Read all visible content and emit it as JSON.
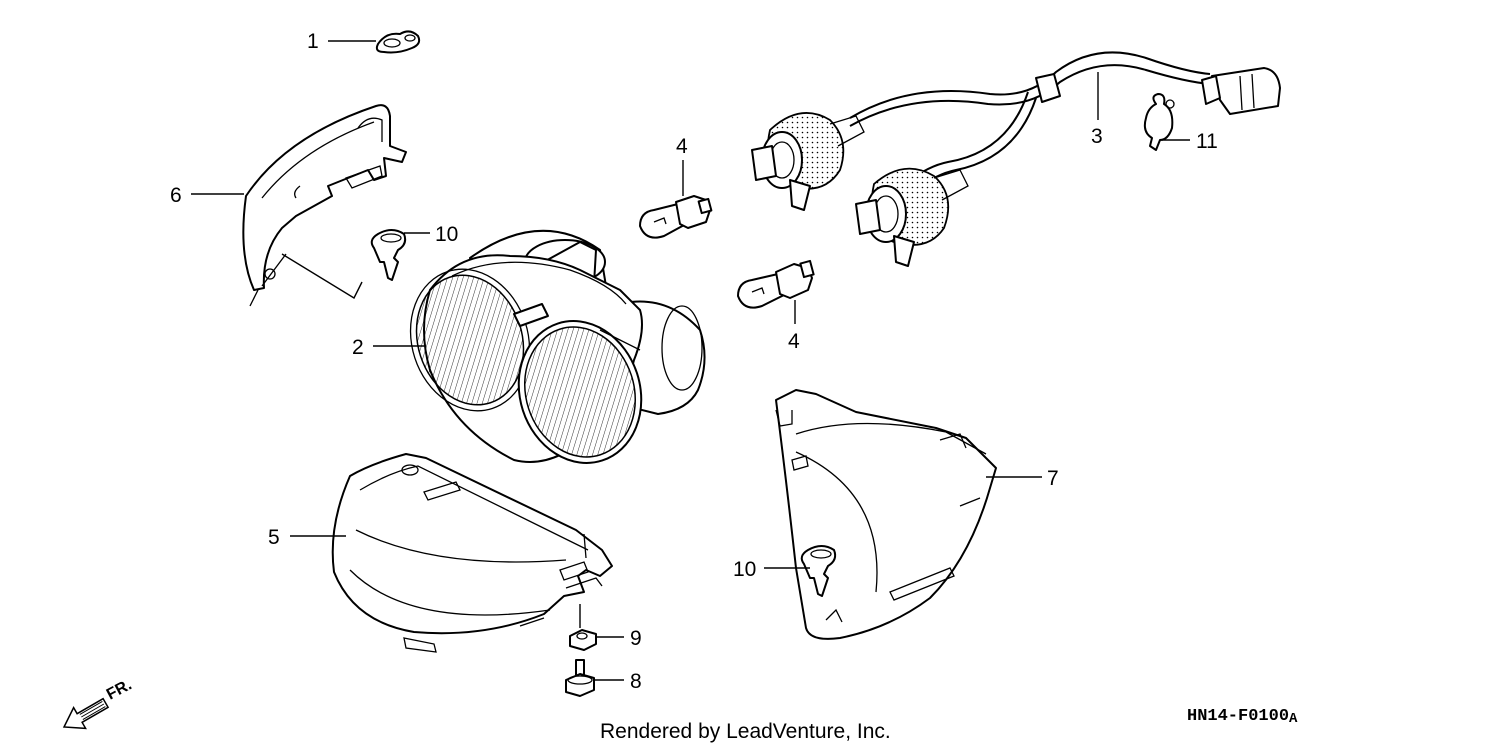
{
  "callouts": [
    {
      "id": "1",
      "label": "1"
    },
    {
      "id": "2",
      "label": "2"
    },
    {
      "id": "3",
      "label": "3"
    },
    {
      "id": "4a",
      "label": "4"
    },
    {
      "id": "4b",
      "label": "4"
    },
    {
      "id": "5",
      "label": "5"
    },
    {
      "id": "6",
      "label": "6"
    },
    {
      "id": "7",
      "label": "7"
    },
    {
      "id": "8",
      "label": "8"
    },
    {
      "id": "9",
      "label": "9"
    },
    {
      "id": "10a",
      "label": "10"
    },
    {
      "id": "10b",
      "label": "10"
    },
    {
      "id": "11",
      "label": "11"
    }
  ],
  "direction_label": "FR.",
  "diagram_code": "HN14-F0100",
  "diagram_code_suffix": "A",
  "footer": "Rendered by LeadVenture, Inc."
}
